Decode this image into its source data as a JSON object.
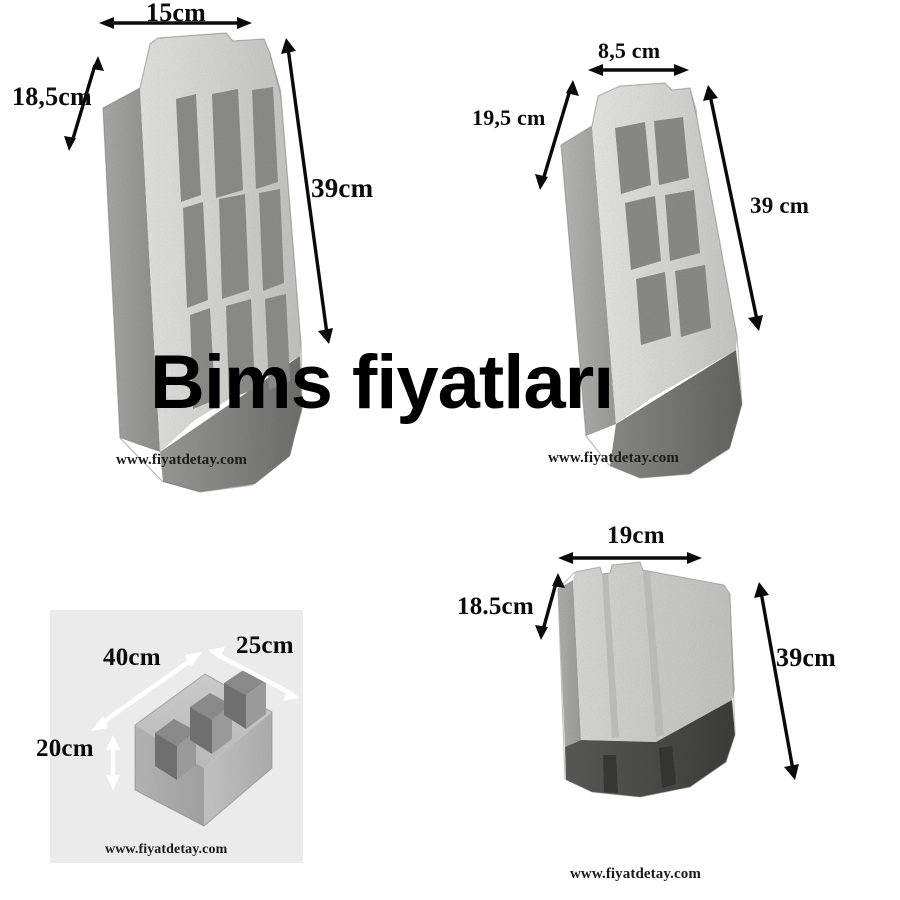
{
  "title": "Bims fiyatları",
  "watermark": "www.fiyatdetay.com",
  "colors": {
    "background": "#ffffff",
    "text": "#000000",
    "panel_background": "#ebebeb",
    "block_light": "#d9d9d9",
    "block_mid": "#b9b9b9",
    "block_dark": "#6e6e6e",
    "arrow": "#0a0a0a",
    "arrow_light": "#ffffff"
  },
  "blocks": [
    {
      "id": "block-top-left",
      "name": "bims-block-15",
      "position": "top-left",
      "cavities": 9,
      "cavity_layout": "3 rows x 3 slots",
      "dimensions": {
        "width": "15cm",
        "depth": "18,5cm",
        "length": "39cm"
      },
      "watermark": "www.fiyatdetay.com"
    },
    {
      "id": "block-top-right",
      "name": "bims-block-8-5",
      "position": "top-right",
      "cavities": 6,
      "cavity_layout": "3 rows x 2 cells",
      "dimensions": {
        "width": "8,5 cm",
        "depth": "19,5 cm",
        "length": "39 cm"
      },
      "watermark": "www.fiyatdetay.com"
    },
    {
      "id": "block-bottom-left",
      "name": "briket-block-40",
      "position": "bottom-left",
      "cavities": 3,
      "cavity_layout": "1 row x 3 cells",
      "dimensions": {
        "width": "40cm",
        "depth": "25cm",
        "height": "20cm"
      },
      "watermark": "www.fiyatdetay.com"
    },
    {
      "id": "block-bottom-right",
      "name": "bims-block-19",
      "position": "bottom-right",
      "cavities": 0,
      "cavity_layout": "solid with top grooves",
      "dimensions": {
        "width": "19cm",
        "depth": "18.5cm",
        "length": "39cm"
      },
      "watermark": "www.fiyatdetay.com"
    }
  ]
}
